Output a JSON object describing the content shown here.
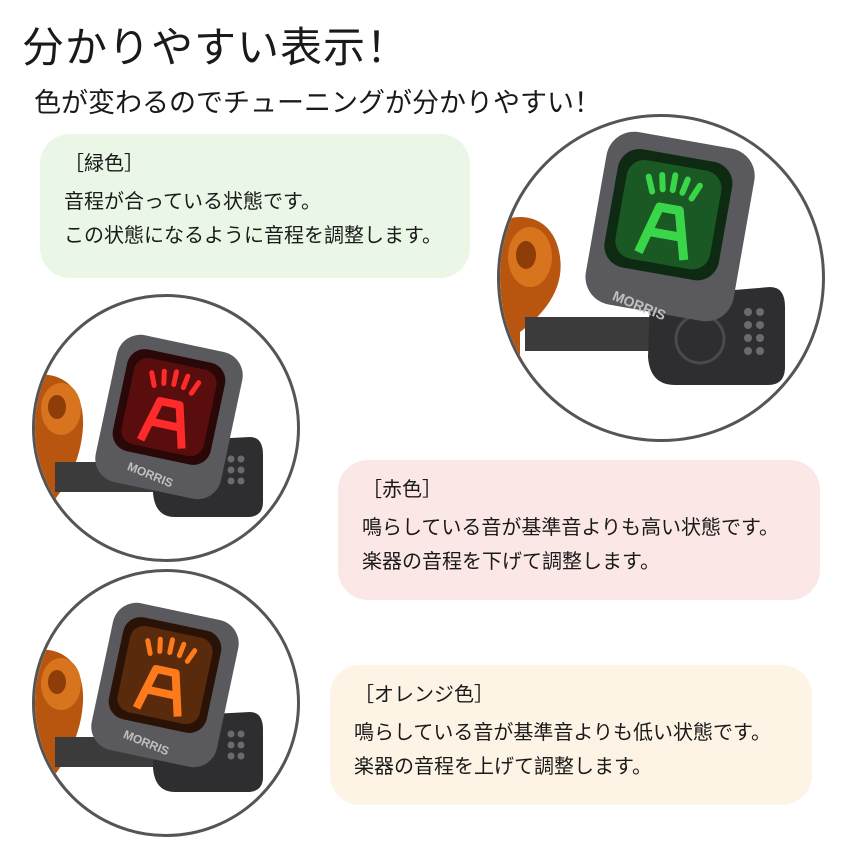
{
  "header": {
    "title": "分かりやすい表示！",
    "subtitle": "色が変わるのでチューニングが分かりやすい！"
  },
  "cards": {
    "green": {
      "heading": "［緑色］",
      "lines": [
        "音程が合っている状態です。",
        "この状態になるように音程を調整します。"
      ],
      "bg": "#eaf7e6"
    },
    "red": {
      "heading": "［赤色］",
      "lines": [
        "鳴らしている音が基準音よりも高い状態です。",
        "楽器の音程を下げて調整します。"
      ],
      "bg": "#fbe8e6"
    },
    "orange": {
      "heading": "［オレンジ色］",
      "lines": [
        "鳴らしている音が基準音よりも低い状態です。",
        "楽器の音程を上げて調整します。"
      ],
      "bg": "#fdf4e6"
    }
  },
  "tuner": {
    "brand": "MORRIS",
    "note": "A",
    "display_colors": {
      "green": "#3ad64a",
      "red": "#ff2a2a",
      "orange": "#ff7a1a"
    }
  }
}
